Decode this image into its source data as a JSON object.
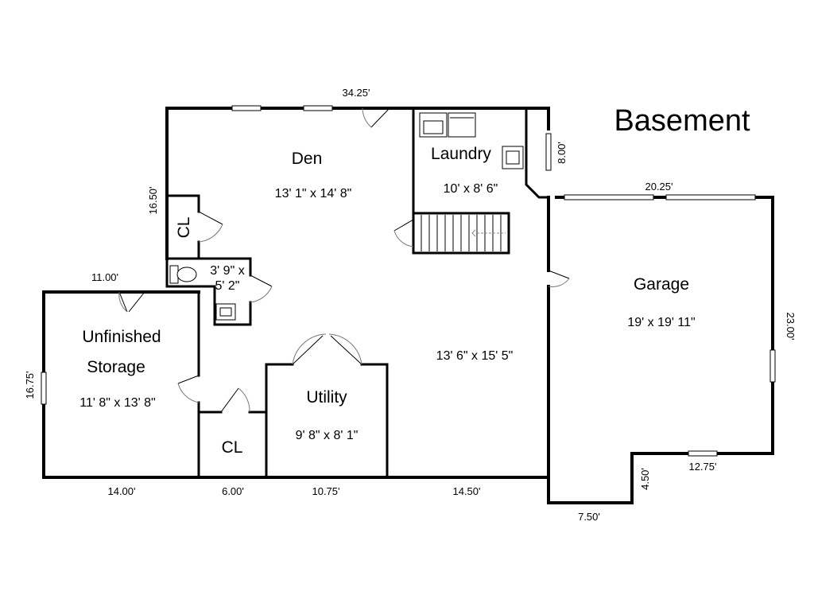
{
  "title": "Basement",
  "rooms": {
    "den": {
      "name": "Den",
      "size": "13' 1\" x 14' 8\""
    },
    "laundry": {
      "name": "Laundry",
      "size": "10' x 8' 6\""
    },
    "closet_upper": {
      "name": "CL"
    },
    "bath": {
      "size_line1": "3' 9\" x",
      "size_line2": "5' 2\""
    },
    "storage": {
      "name_line1": "Unfinished",
      "name_line2": "Storage",
      "size": "11' 8\" x 13' 8\""
    },
    "closet_lower": {
      "name": "CL"
    },
    "utility": {
      "name": "Utility",
      "size": "9' 8\" x 8' 1\""
    },
    "main_area": {
      "size": "13' 6\" x 15' 5\""
    },
    "garage": {
      "name": "Garage",
      "size": "19' x 19' 11\""
    }
  },
  "dimensions": {
    "top": "34.25'",
    "den_left": "16.50'",
    "storage_top": "11.00'",
    "storage_left": "16.75'",
    "laundry_right": "8.00'",
    "garage_top": "20.25'",
    "garage_right": "23.00'",
    "garage_bottom": "12.75'",
    "garage_notch_height": "4.50'",
    "garage_notch_width": "7.50'",
    "bottom_storage": "14.00'",
    "bottom_closet": "6.00'",
    "bottom_utility": "10.75'",
    "bottom_main": "14.50'"
  }
}
